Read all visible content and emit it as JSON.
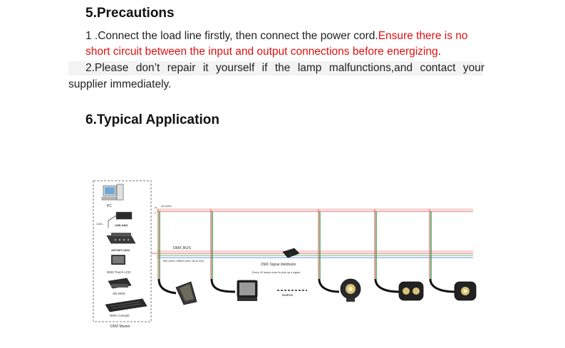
{
  "sec5": {
    "title": "5.Precautions",
    "item1_text": "1 .Connect the load line firstly, then connect the power cord.",
    "item1_red_line1": "Ensure there is no",
    "item1_red_line2": "short circuit between the input and output connections before energizing",
    "item1_end": ".",
    "item2_line1": "2.Please don’t repair it yourself if the lamp malfunctions,and contact your",
    "item2_line2": "supplier immediately."
  },
  "sec6": {
    "title_num": "6.",
    "title_text": "Typical Application"
  },
  "diagram": {
    "pc": "PC",
    "com": "COM→",
    "usb_dmx": "USB-DMX",
    "artnet": "ARTNET-DMX",
    "touch": "DMX Touch LCD",
    "sd": "SD-DMX",
    "console": "DMX Console",
    "master": "DMX Master",
    "ac_n": "N",
    "ac_l": "L",
    "ac_label": "AC220V",
    "dmx_bus": "DMX BUS",
    "wires": "RED DATA+  GREEN DATA-  BLUE GND",
    "distributor": "DMX Signal distributor",
    "distributor_note": "Every 32 lamps need to pick up a signal",
    "pcs": "512PCS",
    "colors": {
      "red_wire": "#d9302a",
      "ac_wire": "#e07a7a",
      "green_wire": "#3aa04a",
      "blue_wire": "#3a6fd0"
    }
  }
}
